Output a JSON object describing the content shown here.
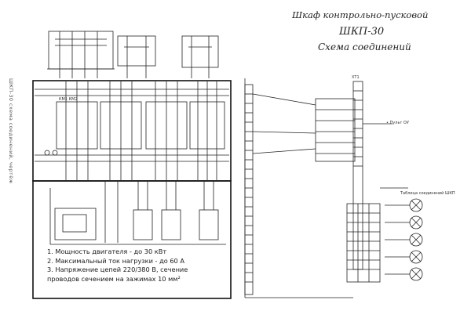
{
  "title": {
    "line1": "Шкаф контрольно-пусковой",
    "line2": "ШКП-30",
    "line3": "Схема соединений"
  },
  "notes": [
    "1. Мощность двигателя - до 30 кВт",
    "2. Максимальный ток нагрузки - до 60 А",
    "3. Напряжение цепей 220/380 В, сечение",
    "проводов сечением на зажимах 10 мм²"
  ],
  "side_text": "ШКП-30 схема соединений, чертёж",
  "labels": {
    "table_title": "Таблица соединений ШКП",
    "right_ref": "• Пульт ОУ",
    "block_top": "КМ1 КМ2",
    "block_right": "ХТ1"
  },
  "colors": {
    "line": "#222222",
    "frame": "#111111",
    "background": "#ffffff"
  }
}
